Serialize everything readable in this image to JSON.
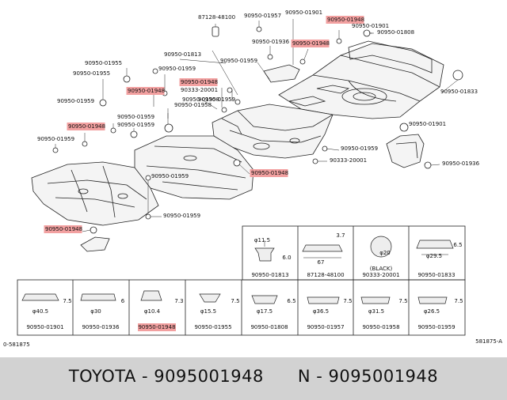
{
  "diagram": {
    "callouts": [
      {
        "text": "87128-48100",
        "hl": false
      },
      {
        "text": "90950-01957",
        "hl": false
      },
      {
        "text": "90950-01901",
        "hl": false
      },
      {
        "text": "90950-01948",
        "hl": true
      },
      {
        "text": "90950-01936",
        "hl": false
      },
      {
        "text": "90950-01948",
        "hl": true
      },
      {
        "text": "90950-01901",
        "hl": false
      },
      {
        "text": "90950-01808",
        "hl": false
      },
      {
        "text": "90950-01813",
        "hl": false
      },
      {
        "text": "90950-01959",
        "hl": false
      },
      {
        "text": "90950-01955",
        "hl": false
      },
      {
        "text": "90950-01955",
        "hl": false
      },
      {
        "text": "90950-01959",
        "hl": false
      },
      {
        "text": "90950-01948",
        "hl": true
      },
      {
        "text": "90950-01948",
        "hl": true
      },
      {
        "text": "90333-20001",
        "hl": false
      },
      {
        "text": "90950-01959",
        "hl": false
      },
      {
        "text": "90950-01958",
        "hl": false
      },
      {
        "text": "90950-01959",
        "hl": false
      },
      {
        "text": "90950-01959",
        "hl": false
      },
      {
        "text": "90950-01948",
        "hl": true
      },
      {
        "text": "90950-01959",
        "hl": false
      },
      {
        "text": "90950-01959",
        "hl": false
      },
      {
        "text": "90950-01958",
        "hl": false
      },
      {
        "text": "90950-01833",
        "hl": false
      },
      {
        "text": "90950-01901",
        "hl": false
      },
      {
        "text": "90950-01959",
        "hl": false
      },
      {
        "text": "90333-20001",
        "hl": false
      },
      {
        "text": "90950-01936",
        "hl": false
      },
      {
        "text": "90950-01948",
        "hl": true
      },
      {
        "text": "90950-01959",
        "hl": false
      },
      {
        "text": "90950-01959",
        "hl": false
      },
      {
        "text": "90950-01948",
        "hl": true
      }
    ],
    "legend_top": [
      {
        "part": "90950-01813",
        "dims": [
          "φ11.5",
          "6.0"
        ],
        "hl": false
      },
      {
        "part": "87128-48100",
        "dims": [
          "3.7",
          "67"
        ],
        "hl": false
      },
      {
        "part": "90333-20001",
        "dims": [
          "φ20",
          "(BLACK)"
        ],
        "hl": false
      },
      {
        "part": "90950-01833",
        "dims": [
          "6.5",
          "φ29.5"
        ],
        "hl": false
      }
    ],
    "legend_bottom": [
      {
        "part": "90950-01901",
        "dims": [
          "φ40.5",
          "7.5"
        ],
        "hl": false
      },
      {
        "part": "90950-01936",
        "dims": [
          "φ30",
          "6"
        ],
        "hl": false
      },
      {
        "part": "90950-01948",
        "dims": [
          "φ10.4",
          "7.3"
        ],
        "hl": true
      },
      {
        "part": "90950-01955",
        "dims": [
          "φ15.5",
          "7.5"
        ],
        "hl": false
      },
      {
        "part": "90950-01808",
        "dims": [
          "φ17.5",
          "6.5"
        ],
        "hl": false
      },
      {
        "part": "90950-01957",
        "dims": [
          "φ36.5",
          "7.5"
        ],
        "hl": false
      },
      {
        "part": "90950-01958",
        "dims": [
          "φ31.5",
          "7.5"
        ],
        "hl": false
      },
      {
        "part": "90950-01959",
        "dims": [
          "φ26.5",
          "7.5"
        ],
        "hl": false
      }
    ],
    "corner_left": "0-581875",
    "corner_right": "581875-A"
  },
  "footer": {
    "text": "TOYOTA - 9095001948      N - 9095001948"
  },
  "colors": {
    "highlight": "#f2a0a0",
    "footer_bg": "#d2d2d2"
  }
}
